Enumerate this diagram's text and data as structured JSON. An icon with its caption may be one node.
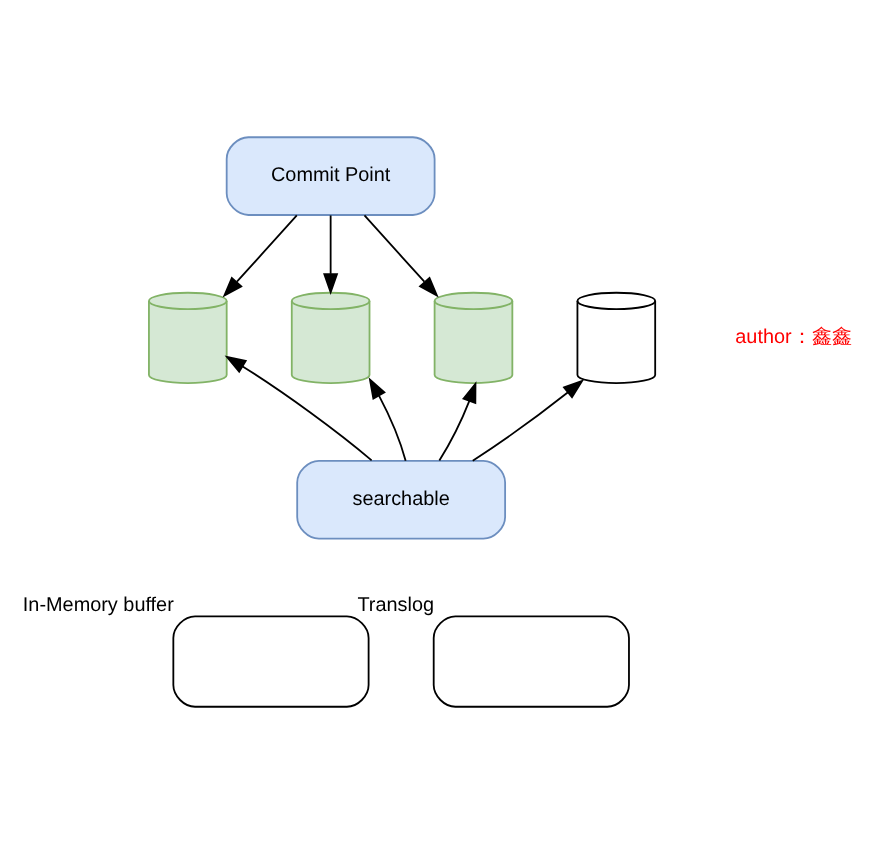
{
  "diagram": {
    "nodes": [
      {
        "text": [
          "Commit Point"
        ]
      },
      {
        "text": [],
        "shape": "cylinder"
      },
      {
        "text": [],
        "shape": "cylinder"
      },
      {
        "text": [],
        "shape": "cylinder"
      },
      {
        "text": [],
        "shape": "cylinder"
      },
      {
        "text": [
          "searchable"
        ]
      },
      {
        "text": [],
        "shape": "box",
        "beside": [
          "In-Memory buffer"
        ]
      },
      {
        "text": [],
        "shape": "box",
        "beside": [
          "Translog"
        ]
      }
    ],
    "edges": [
      {
        "from": 0,
        "to": 1,
        "arrow": "to"
      },
      {
        "from": 0,
        "to": 2,
        "arrow": "to"
      },
      {
        "from": 0,
        "to": 3,
        "arrow": "to"
      },
      {
        "from": 5,
        "to": 1,
        "arrow": "to"
      },
      {
        "from": 5,
        "to": 2,
        "arrow": "to"
      },
      {
        "from": 5,
        "to": 3,
        "arrow": "to"
      },
      {
        "from": 5,
        "to": 4,
        "arrow": "to"
      }
    ],
    "labels": [
      "author：鑫鑫"
    ]
  }
}
